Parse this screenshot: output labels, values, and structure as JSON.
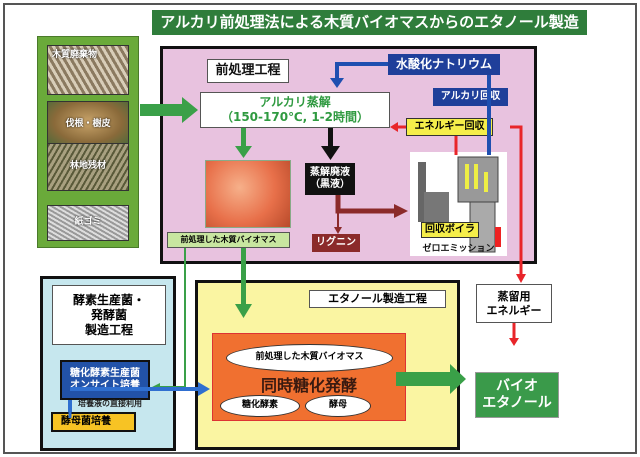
{
  "title": "アルカリ前処理法による木質バイオマスからのエタノール製造",
  "feedstocks": [
    "木質廃棄物",
    "伐根・樹皮",
    "林地残材",
    "紙ゴミ"
  ],
  "pretreatment": {
    "title": "前処理工程",
    "alkali_line1": "アルカリ蒸解",
    "alkali_line2": "（150-170℃, 1-2時間）",
    "naoh": "水酸化ナトリウム",
    "alkali_recovery": "アルカリ回収",
    "energy_recovery": "エネルギー回収",
    "black_liquor_line1": "蒸解廃液",
    "black_liquor_line2": "（黒液）",
    "lignin": "リグニン",
    "boiler": "回収ボイラ",
    "zero_emission": "ゼロエミッション",
    "pretreated_label": "前処理した木質バイオマス"
  },
  "enzyme": {
    "title_line1": "酵素生産菌・",
    "title_line2": "発酵菌",
    "title_line3": "製造工程",
    "onsite_line1": "糖化酵素生産菌",
    "onsite_line2": "オンサイト培養",
    "direct_use": "培養液の直接利用",
    "yeast_culture": "酵母菌培養"
  },
  "ethanol": {
    "title": "エタノール製造工程",
    "input": "前処理した木質バイオマス",
    "process": "同時糖化発酵",
    "enzyme": "糖化酵素",
    "yeast": "酵母"
  },
  "distillation_line1": "蒸留用",
  "distillation_line2": "エネルギー",
  "product_line1": "バイオ",
  "product_line2": "エタノール",
  "colors": {
    "title_bg": "#2f7d3b",
    "pink": "#e8c2df",
    "naoh_blue": "#1f3f9a",
    "yellow_label": "#f5ee4a",
    "orange": "#f07030",
    "product_green": "#3a9a4a",
    "arrow_green": "#3aa048",
    "arrow_red": "#e8252a",
    "lignin_red": "#8b2a2a"
  }
}
